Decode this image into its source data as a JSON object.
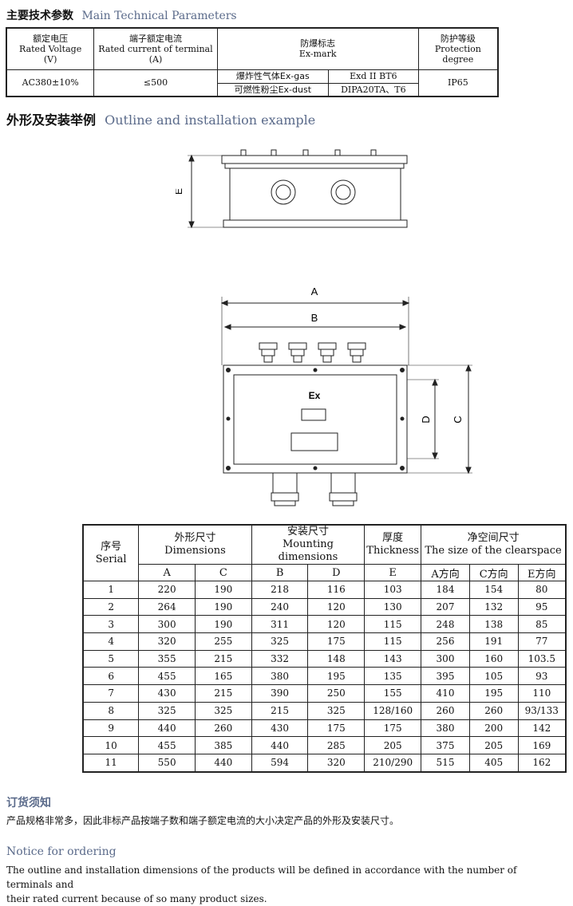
{
  "section1": {
    "title_zh": "主要技术参数",
    "title_en": "Main Technical Parameters"
  },
  "spec": {
    "h1_zh": "额定电压",
    "h1_en": "Rated Voltage",
    "h1_unit": "(V)",
    "h2_zh": "端子额定电流",
    "h2_en": "Rated current of terminal",
    "h2_unit": "(A)",
    "h3_zh": "防爆标志",
    "h3_en": "Ex-mark",
    "h4_zh": "防护等级",
    "h4_en": "Protection",
    "h4_en2": "degree",
    "voltage": "AC380±10%",
    "current": "≤500",
    "gas_label": "爆炸性气体Ex-gas",
    "gas_mark": "Exd II BT6",
    "dust_label": "可燃性粉尘Ex-dust",
    "dust_mark": "DIPA20TA、T6",
    "ip": "IP65"
  },
  "section2": {
    "title_zh": "外形及安装举例",
    "title_en": "Outline and installation example"
  },
  "drawing": {
    "label_a": "A",
    "label_b": "B",
    "label_c": "C",
    "label_d": "D",
    "label_e": "E",
    "ex_mark": "Ex"
  },
  "dims": {
    "h_serial_zh": "序号",
    "h_serial_en": "Serial",
    "h_dim_zh": "外形尺寸",
    "h_dim_en": "Dimensions",
    "h_mount_zh": "安装尺寸",
    "h_mount_en": "Mounting dimensions",
    "h_thick_zh": "厚度",
    "h_thick_en": "Thickness",
    "h_clear_zh": "净空间尺寸",
    "h_clear_en": "The size of the clearspace",
    "sub": [
      "A",
      "C",
      "B",
      "D",
      "E",
      "A方向",
      "C方向",
      "E方向"
    ],
    "rows": [
      [
        "1",
        "220",
        "190",
        "218",
        "116",
        "103",
        "184",
        "154",
        "80"
      ],
      [
        "2",
        "264",
        "190",
        "240",
        "120",
        "130",
        "207",
        "132",
        "95"
      ],
      [
        "3",
        "300",
        "190",
        "311",
        "120",
        "115",
        "248",
        "138",
        "85"
      ],
      [
        "4",
        "320",
        "255",
        "325",
        "175",
        "115",
        "256",
        "191",
        "77"
      ],
      [
        "5",
        "355",
        "215",
        "332",
        "148",
        "143",
        "300",
        "160",
        "103.5"
      ],
      [
        "6",
        "455",
        "165",
        "380",
        "195",
        "135",
        "395",
        "105",
        "93"
      ],
      [
        "7",
        "430",
        "215",
        "390",
        "250",
        "155",
        "410",
        "195",
        "110"
      ],
      [
        "8",
        "325",
        "325",
        "215",
        "325",
        "128/160",
        "260",
        "260",
        "93/133"
      ],
      [
        "9",
        "440",
        "260",
        "430",
        "175",
        "175",
        "380",
        "200",
        "142"
      ],
      [
        "10",
        "455",
        "385",
        "440",
        "285",
        "205",
        "375",
        "205",
        "169"
      ],
      [
        "11",
        "550",
        "440",
        "594",
        "320",
        "210/290",
        "515",
        "405",
        "162"
      ]
    ]
  },
  "notes": {
    "zh_title": "订货须知",
    "zh_text": "产品规格非常多，因此非标产品按端子数和端子额定电流的大小决定产品的外形及安装尺寸。",
    "en_title": "Notice for ordering",
    "en_text1": "The outline and installation dimensions of the products will be defined in accordance with the number of terminals and",
    "en_text2": "their rated current because of so many product sizes."
  }
}
